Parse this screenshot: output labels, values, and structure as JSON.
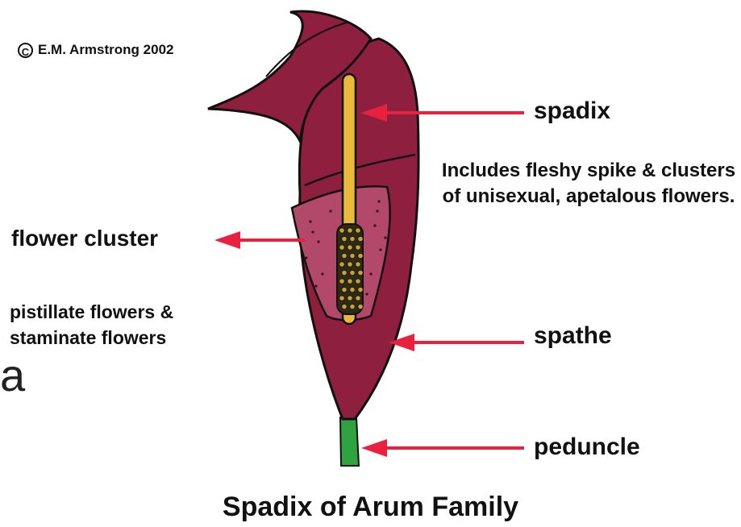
{
  "copyright": {
    "symbol": "C",
    "text": "E.M. Armstrong 2002"
  },
  "labels": {
    "spadix": "spadix",
    "spadix_description": "Includes fleshy spike & clusters of unisexual, apetalous flowers.",
    "flower_cluster": "flower cluster",
    "flower_cluster_description": "pistillate flowers & staminate flowers",
    "spathe": "spathe",
    "peduncle": "peduncle"
  },
  "stray_glyph": "a",
  "title": "Spadix of Arum Family",
  "colors": {
    "spathe_fill": "#8e1f3f",
    "spathe_light": "#b2496a",
    "spadix_fill": "#e8b93a",
    "peduncle_fill": "#2fa33f",
    "arrow": "#e8213f",
    "outline": "#111111",
    "flower_dark": "#2e2a14",
    "flower_light": "#c9a236"
  }
}
